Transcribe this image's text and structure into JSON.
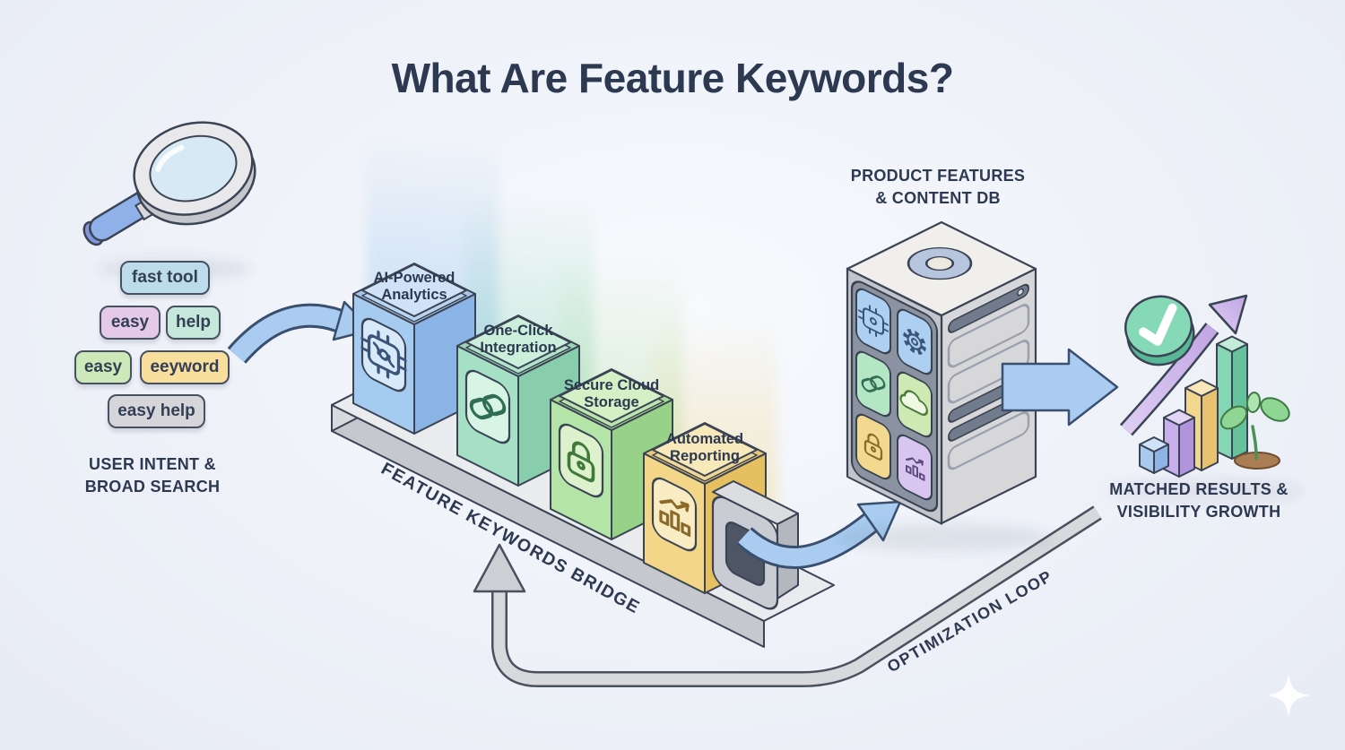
{
  "title": "What Are Feature Keywords?",
  "user_search": {
    "tags": [
      {
        "label": "fast tool",
        "color": "#bcdcec"
      },
      {
        "label": "easy",
        "color": "#e4c9e9"
      },
      {
        "label": "help",
        "color": "#c5e8da"
      },
      {
        "label": "easy",
        "color": "#cde9b9"
      },
      {
        "label": "eeyword",
        "color": "#f8df9e"
      },
      {
        "label": "easy help",
        "color": "#d6d6da"
      }
    ],
    "caption": {
      "line1": "USER INTENT &",
      "line2": "BROAD SEARCH"
    }
  },
  "bridge": {
    "label": "FEATURE KEYWORDS BRIDGE",
    "blocks": [
      {
        "title": "AI-Powered Analytics",
        "icon": "ai-chip-icon",
        "color": "#a6cbf0"
      },
      {
        "title": "One-Click Integration",
        "icon": "link-icon",
        "color": "#a5e0c4"
      },
      {
        "title": "Secure Cloud Storage",
        "icon": "lock-icon",
        "color": "#b4e4a8"
      },
      {
        "title": "Automated Reporting",
        "icon": "bar-chart-icon",
        "color": "#f3d688"
      }
    ]
  },
  "database": {
    "caption": {
      "line1": "PRODUCT FEATURES",
      "line2": "& CONTENT DB"
    },
    "tiles": [
      {
        "icon": "ai-chip-icon",
        "color": "#accff2"
      },
      {
        "icon": "gear-icon",
        "color": "#accff2"
      },
      {
        "icon": "link-icon",
        "color": "#b4e6c5"
      },
      {
        "icon": "cloud-icon",
        "color": "#cfe9b4"
      },
      {
        "icon": "lock-icon",
        "color": "#f3d88f"
      },
      {
        "icon": "chart-icon",
        "color": "#d9c6f0"
      }
    ]
  },
  "results": {
    "caption": {
      "line1": "MATCHED RESULTS &",
      "line2": "VISIBILITY GROWTH"
    }
  },
  "loop": {
    "label": "OPTIMIZATION LOOP"
  },
  "colors": {
    "background": "#eef1f8",
    "ink": "#2c3950",
    "outline": "#3a4454",
    "arrow_blue": "#a9ccf0",
    "check_green": "#85d9b6",
    "growth_purple": "#c9b2e6",
    "loop_gray": "#d8d9dd",
    "server_panel": "#8b93a2"
  }
}
